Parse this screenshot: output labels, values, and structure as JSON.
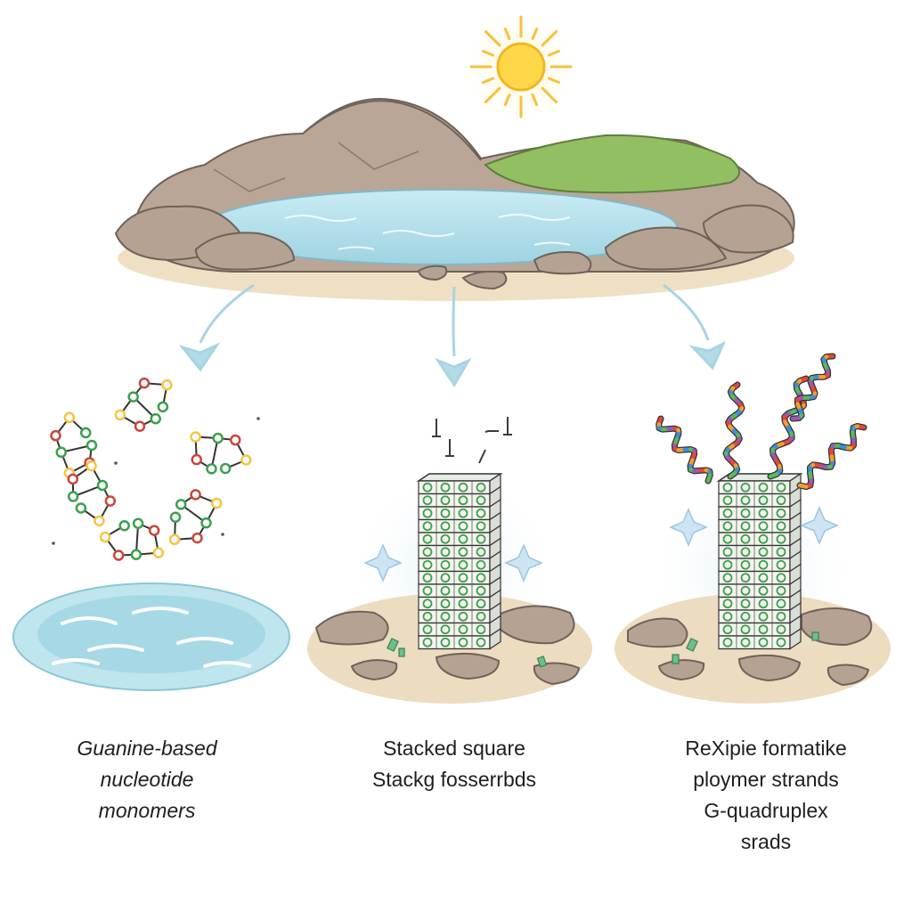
{
  "palette": {
    "sky_sun": "#ffd33f",
    "water": "#a9dbe8",
    "water_light": "#d6f1f7",
    "rock": "#b8a596",
    "rock_dark": "#9a887a",
    "sand": "#ecdcc0",
    "grass": "#8fbf5a",
    "arrow": "#a8d4e2",
    "monomer_green": "#3aa04a",
    "monomer_red": "#c9473a",
    "sparkle": "#a9cfe6"
  },
  "stages": [
    {
      "id": "monomers",
      "caption_lines": [
        "Guanine-based",
        "nucleotide",
        "monomers"
      ]
    },
    {
      "id": "stacked-tower",
      "caption_lines": [
        "Stacked square",
        "Stackg fosserrbds"
      ]
    },
    {
      "id": "polymer-strands",
      "caption_lines": [
        "ReXipie formatike",
        "ploymer strands",
        "G-quadruplex",
        "srads"
      ]
    }
  ]
}
